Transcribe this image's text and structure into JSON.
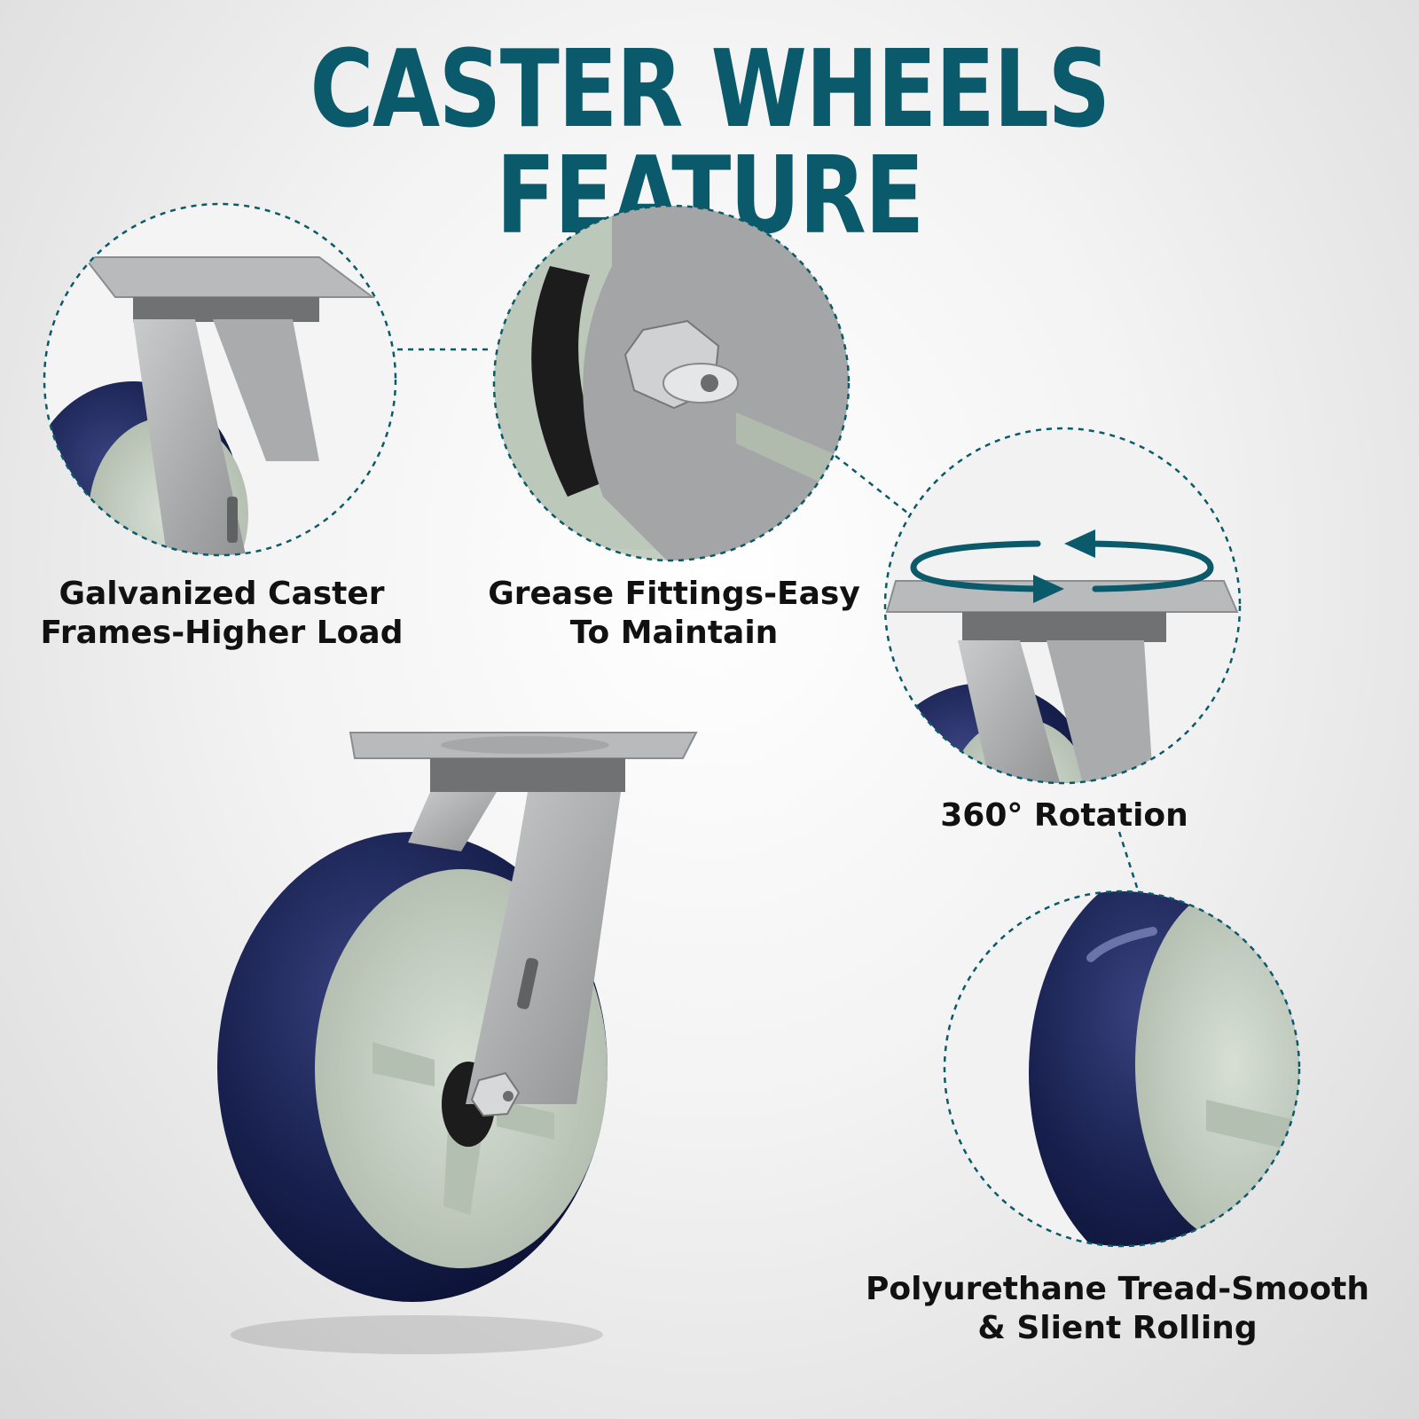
{
  "title": "CASTER WHEELS FEATURE",
  "features": [
    {
      "label": "Galvanized Caster\nFrames-Higher Load",
      "icon": "caster-frame-closeup"
    },
    {
      "label": "Grease Fittings-Easy\nTo Maintain",
      "icon": "grease-fitting-closeup"
    },
    {
      "label": "360° Rotation",
      "icon": "swivel-rotation-closeup"
    },
    {
      "label": "Polyurethane Tread-Smooth\n& Slient Rolling",
      "icon": "tread-closeup"
    }
  ],
  "colors": {
    "accent": "#0a5a6b",
    "tread": "#17204f",
    "hub": "#c8d3c6",
    "steel": "#a7a9aa",
    "text": "#111111"
  }
}
